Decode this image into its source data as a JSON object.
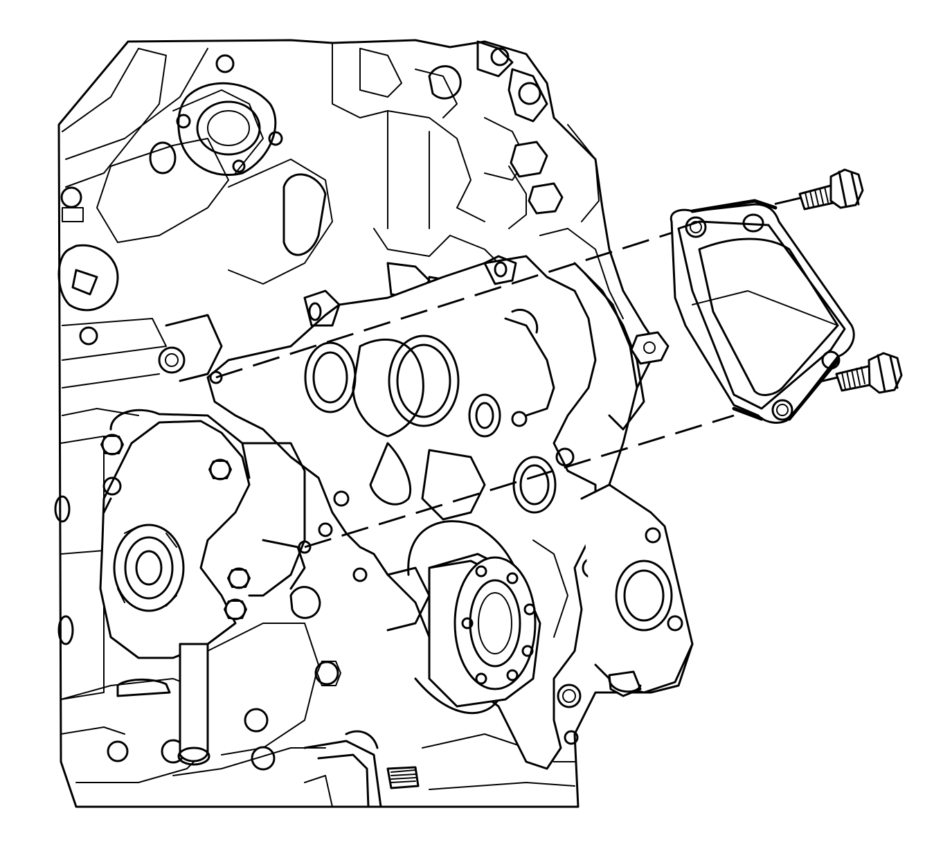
{
  "figure": {
    "background": "#ffffff",
    "line_color": "#000000",
    "parts": [
      "engine-block",
      "water-pump",
      "timing-cover-gasket",
      "camshaft-sprocket",
      "cover-plate",
      "bolt",
      "bolt"
    ]
  }
}
